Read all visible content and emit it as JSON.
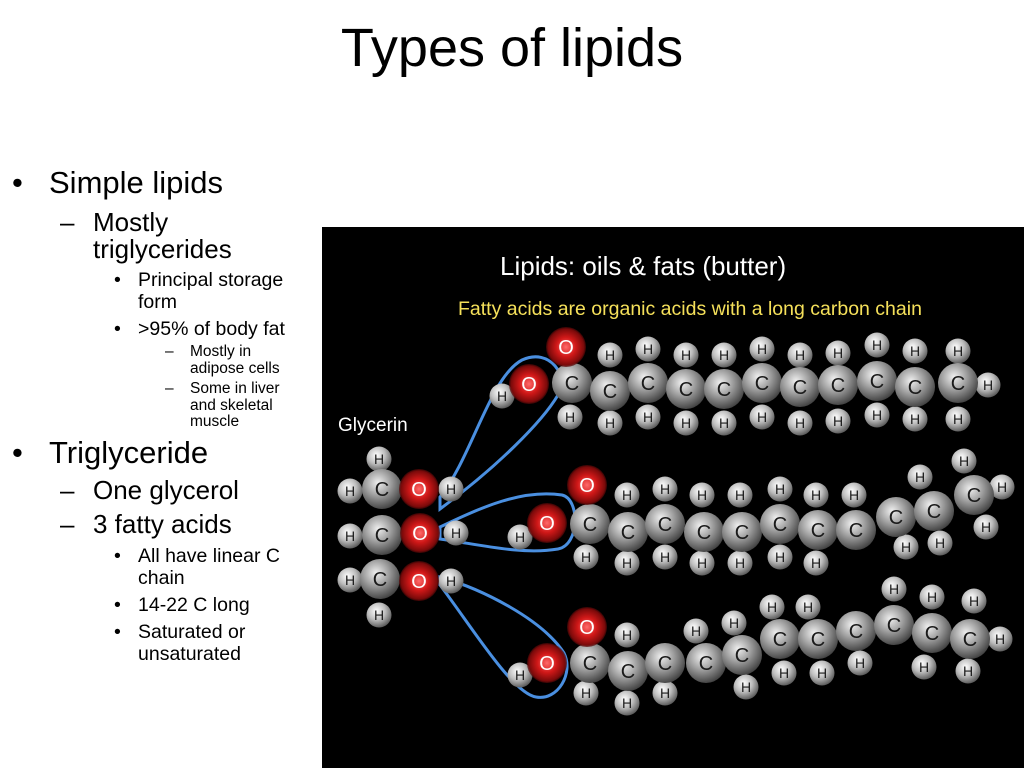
{
  "slide": {
    "title": "Types of lipids"
  },
  "outline": {
    "bullet_l1": "•",
    "bullet_l2": "–",
    "bullet_l3": "•",
    "bullet_l4": "–",
    "simple": {
      "label": "Simple lipids",
      "mostly_tri": "Mostly triglycerides",
      "storage": "Principal storage form",
      "body_fat": ">95% of body fat",
      "adipose": "Mostly in adipose cells",
      "liver": "Some in liver and skeletal muscle"
    },
    "trig": {
      "label": "Triglyceride",
      "glycerol": "One glycerol",
      "fatty": "3 fatty acids",
      "linear": "All have linear C chain",
      "length": "14-22 C long",
      "saturation": "Saturated or unsaturated"
    }
  },
  "diagram": {
    "title": "Lipids: oils & fats (butter)",
    "subtitle": "Fatty acids are organic acids with a long carbon chain",
    "glycerin_label": "Glycerin",
    "colors": {
      "background": "#000000",
      "title": "#ffffff",
      "subtitle": "#f5e05a",
      "carbon": "#8f8f8f",
      "hydrogen": "#b8b8b8",
      "oxygen": "#d01818",
      "bond_loop": "#4a8fe0"
    }
  }
}
